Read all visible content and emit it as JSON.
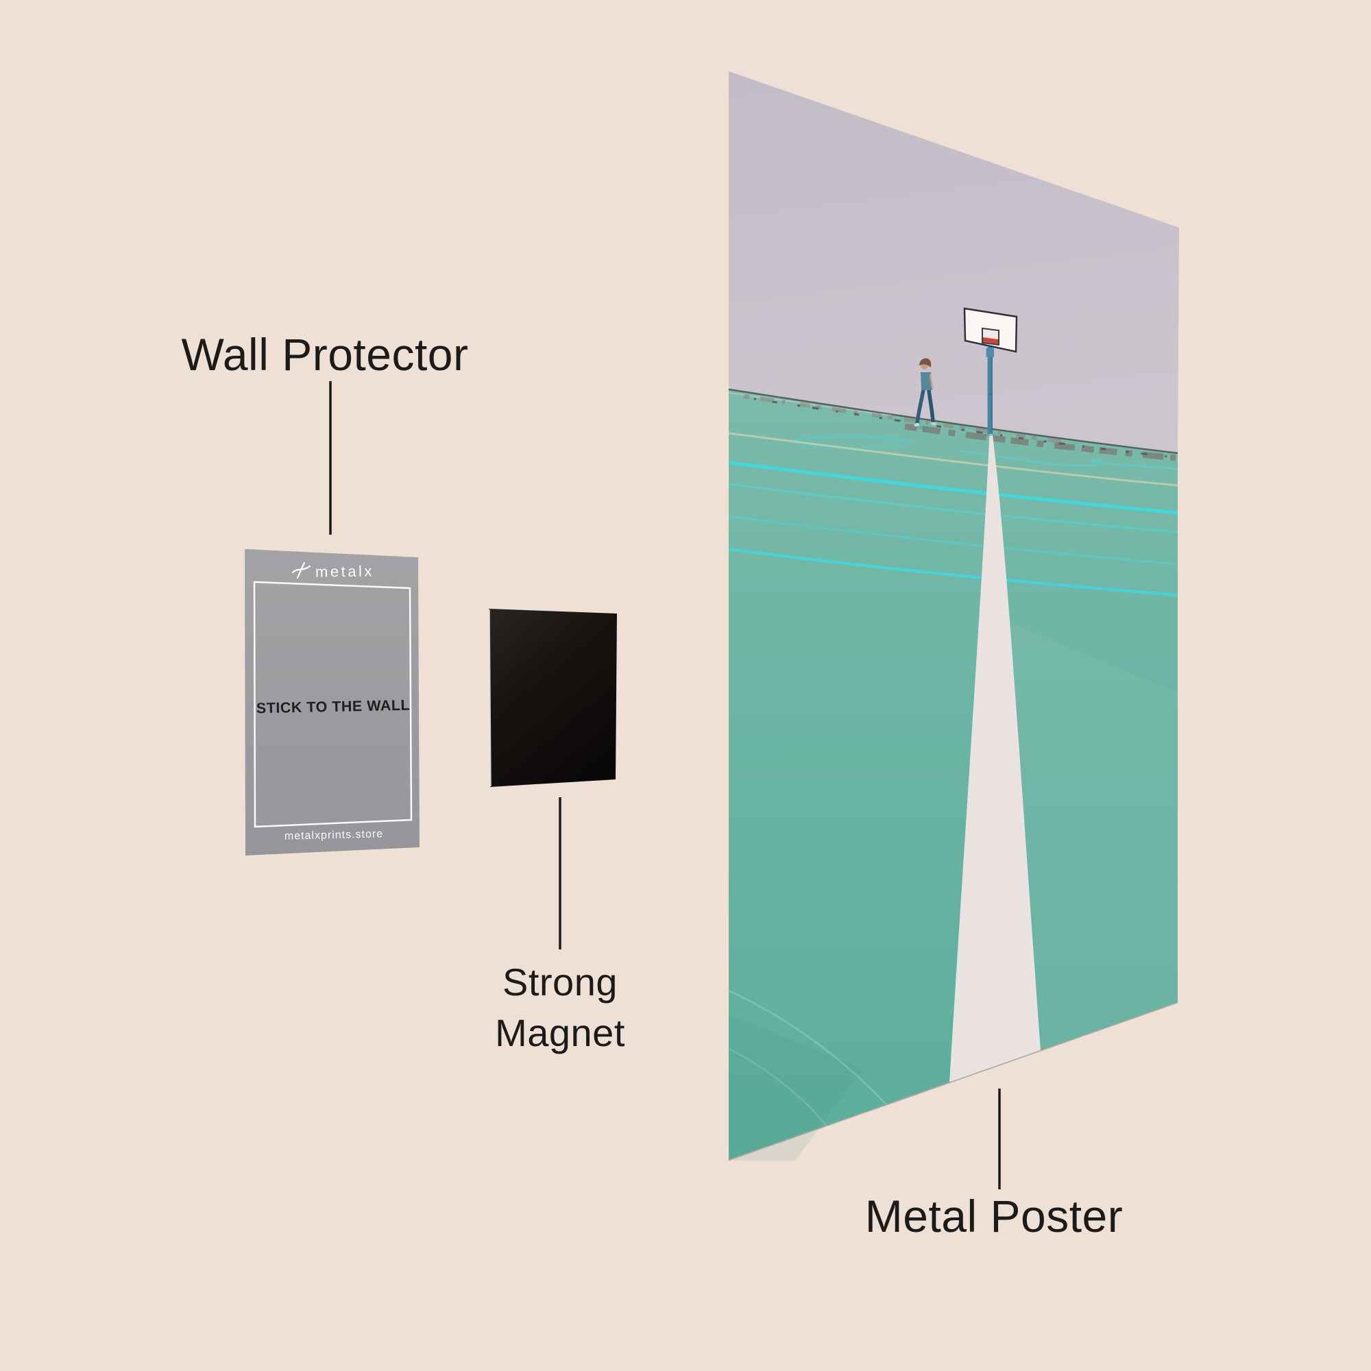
{
  "labels": {
    "wall_protector": "Wall Protector",
    "strong_line1": "Strong",
    "strong_line2": "Magnet",
    "metal_poster": "Metal Poster"
  },
  "card": {
    "brand": "metalx",
    "instruction": "STICK TO THE WALL",
    "website": "metalxprints.store"
  },
  "colors": {
    "background": "#efe0d5",
    "label_text": "#1d1b1a",
    "connector_line": "#1c1a19",
    "card_gray": "#9c9c9f",
    "magnet_black": "#15110f",
    "poster_wall": "#c8c1cc",
    "court_teal": "#6ab3a2",
    "court_line_cyan": "#41d7de",
    "center_line_white": "#eae2e0",
    "pole_blue": "#4886a8",
    "backboard_red": "#c8453e"
  }
}
